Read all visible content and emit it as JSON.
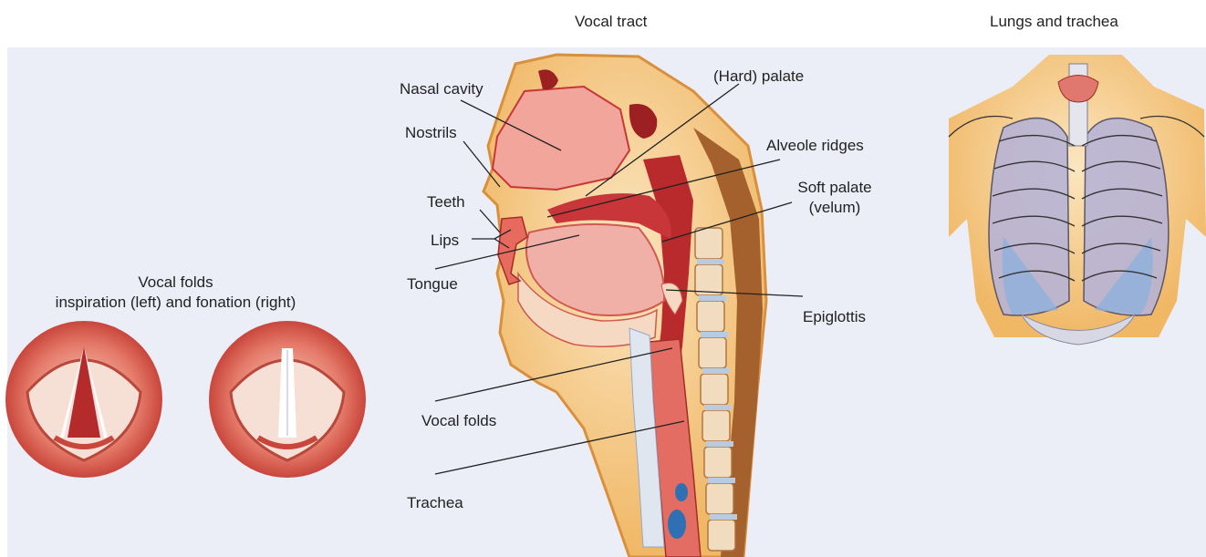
{
  "titles": {
    "vocal_tract": "Vocal tract",
    "lungs_trachea": "Lungs and trachea",
    "vocal_folds_line1": "Vocal folds",
    "vocal_folds_line2": "inspiration (left) and fonation (right)"
  },
  "labels": {
    "nasal_cavity": "Nasal cavity",
    "nostrils": "Nostrils",
    "teeth": "Teeth",
    "lips": "Lips",
    "tongue": "Tongue",
    "hard_palate": "(Hard) palate",
    "alveole_ridges": "Alveole ridges",
    "soft_palate_line1": "Soft palate",
    "soft_palate_line2": "(velum)",
    "epiglottis": "Epiglottis",
    "vocal_folds": "Vocal folds",
    "trachea": "Trachea"
  },
  "colors": {
    "background_panel": "#eceef7",
    "tissue_red": "#c8363a",
    "tissue_pink": "#f2a9a3",
    "skin_yellow": "#f0c87a",
    "spine_blue": "#b9cbe0",
    "lung_blue": "#8fb0dc",
    "leader_line": "#222222"
  }
}
